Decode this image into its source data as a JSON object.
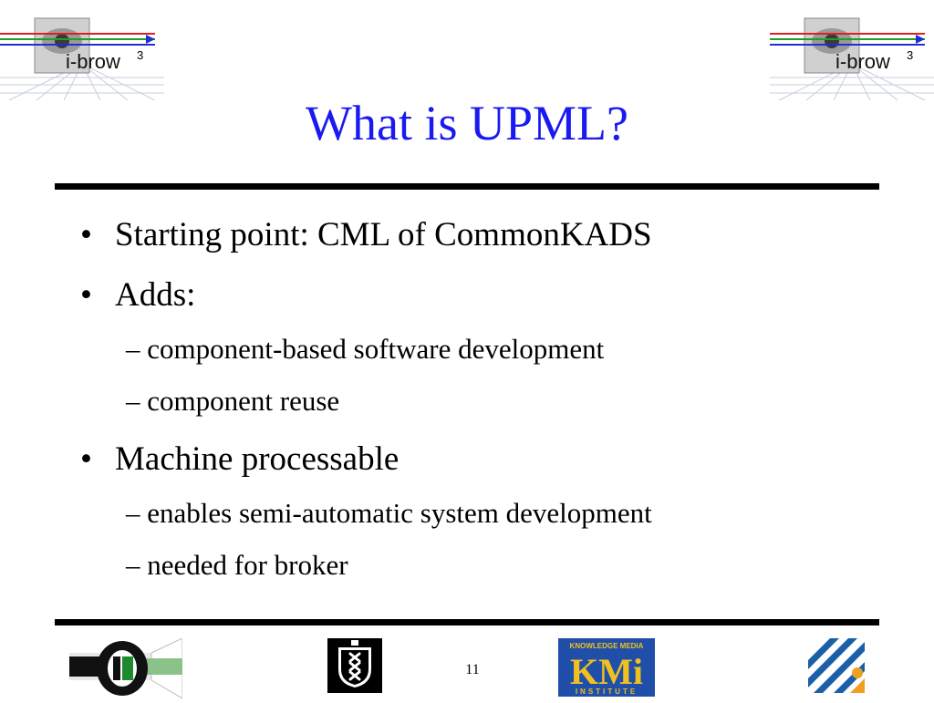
{
  "header": {
    "logo_text": "i-brow",
    "logo_superscript": "3"
  },
  "slide": {
    "title": "What is UPML?",
    "bullets": [
      {
        "text": "Starting point: CML of CommonKADS",
        "subs": []
      },
      {
        "text": "Adds:",
        "subs": [
          "component-based software development",
          "component reuse"
        ]
      },
      {
        "text": "Machine processable",
        "subs": [
          "enables semi-automatic system development",
          "needed for broker"
        ]
      }
    ],
    "bullet_mark": "•",
    "sub_mark": "–"
  },
  "footer": {
    "page_number": "11",
    "kmi_top": "KNOWLEDGE MEDIA",
    "kmi_main": "KMi",
    "kmi_bottom": "INSTITUTE"
  },
  "colors": {
    "title": "#1a1af0",
    "rule": "#000000",
    "kmi_blue": "#1f4fa8",
    "kmi_gold": "#f0c020"
  }
}
